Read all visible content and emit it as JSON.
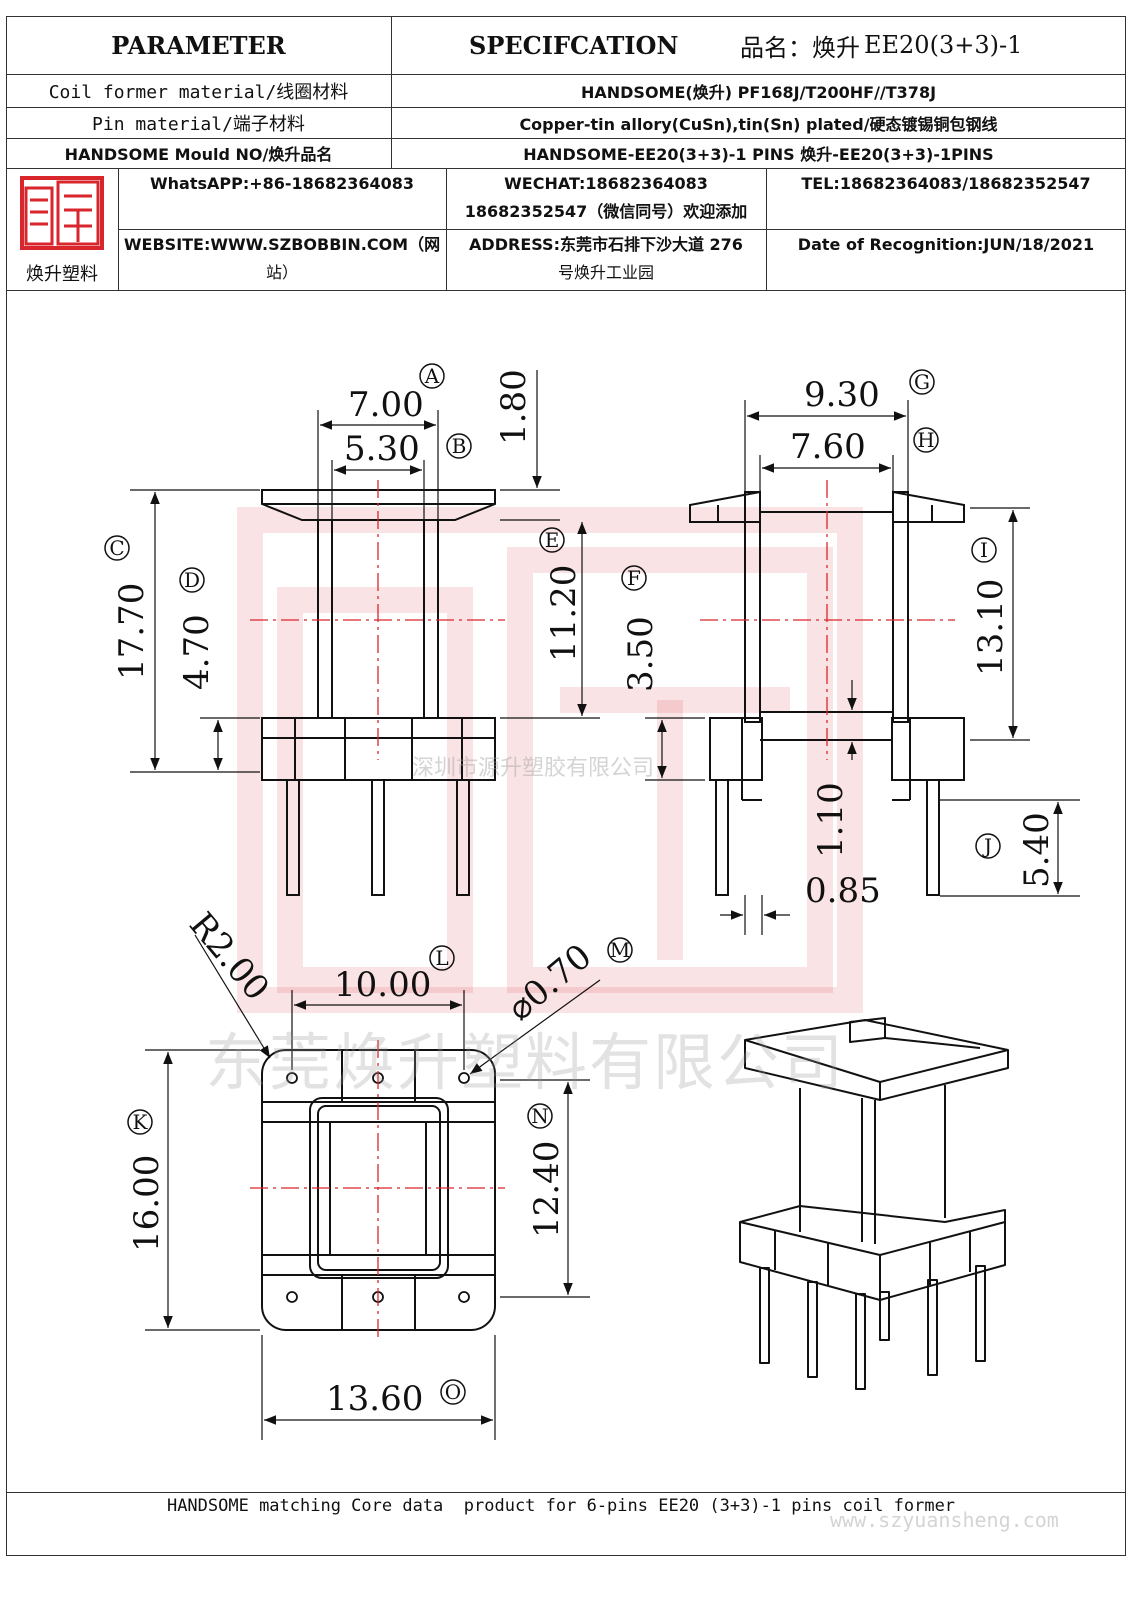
{
  "header": {
    "parameter": "PARAMETER",
    "specification": "SPECIFCATION",
    "product_name_label": "品名：焕升",
    "product_name": "EE20(3+3)-1"
  },
  "rows": [
    {
      "label": "Coil former material/线圈材料",
      "value": "HANDSOME(焕升)   PF168J/T200HF//T378J"
    },
    {
      "label": "Pin material/端子材料",
      "value": "Copper-tin allory(CuSn),tin(Sn) plated/硬态镀锡铜包钢线"
    },
    {
      "label": "HANDSOME Mould NO/焕升品名",
      "value": "HANDSOME-EE20(3+3)-1 PINS   焕升-EE20(3+3)-1PINS"
    }
  ],
  "logo": {
    "caption": "焕升塑料",
    "color": "#d9262c"
  },
  "contact": {
    "whatsapp": "WhatsAPP:+86-18682364083",
    "wechat_line1": "WECHAT:18682364083",
    "wechat_line2": "18682352547（微信同号）欢迎添加",
    "tel": "TEL:18682364083/18682352547",
    "website_line1": "WEBSITE:WWW.SZBOBBIN.COM（网",
    "website_line2": "站）",
    "address_line1": "ADDRESS:东莞市石排下沙大道 276",
    "address_line2": "号焕升工业园",
    "date": "Date of Recognition:JUN/18/2021"
  },
  "watermarks": {
    "company_small": "深圳市源升塑胶有限公司",
    "company_large": "东莞焕升塑料有限公司",
    "url": "www.szyuansheng.com"
  },
  "dimensions": {
    "A": "7.00",
    "B": "5.30",
    "top_flange": "1.80",
    "C": "17.70",
    "D": "4.70",
    "E": "11.20",
    "F": "3.50",
    "G": "9.30",
    "H": "7.60",
    "I": "13.10",
    "J": "5.40",
    "pin_offset": "1.10",
    "pin_width": "0.85",
    "radius": "R2.00",
    "L": "10.00",
    "M": "⌀0.70",
    "K": "16.00",
    "N": "12.40",
    "O": "13.60"
  },
  "labels": [
    "A",
    "B",
    "C",
    "D",
    "E",
    "F",
    "G",
    "H",
    "I",
    "J",
    "K",
    "L",
    "M",
    "N",
    "O"
  ],
  "footer": "HANDSOME matching Core data  product for 6-pins EE20 (3+3)-1 pins coil former"
}
